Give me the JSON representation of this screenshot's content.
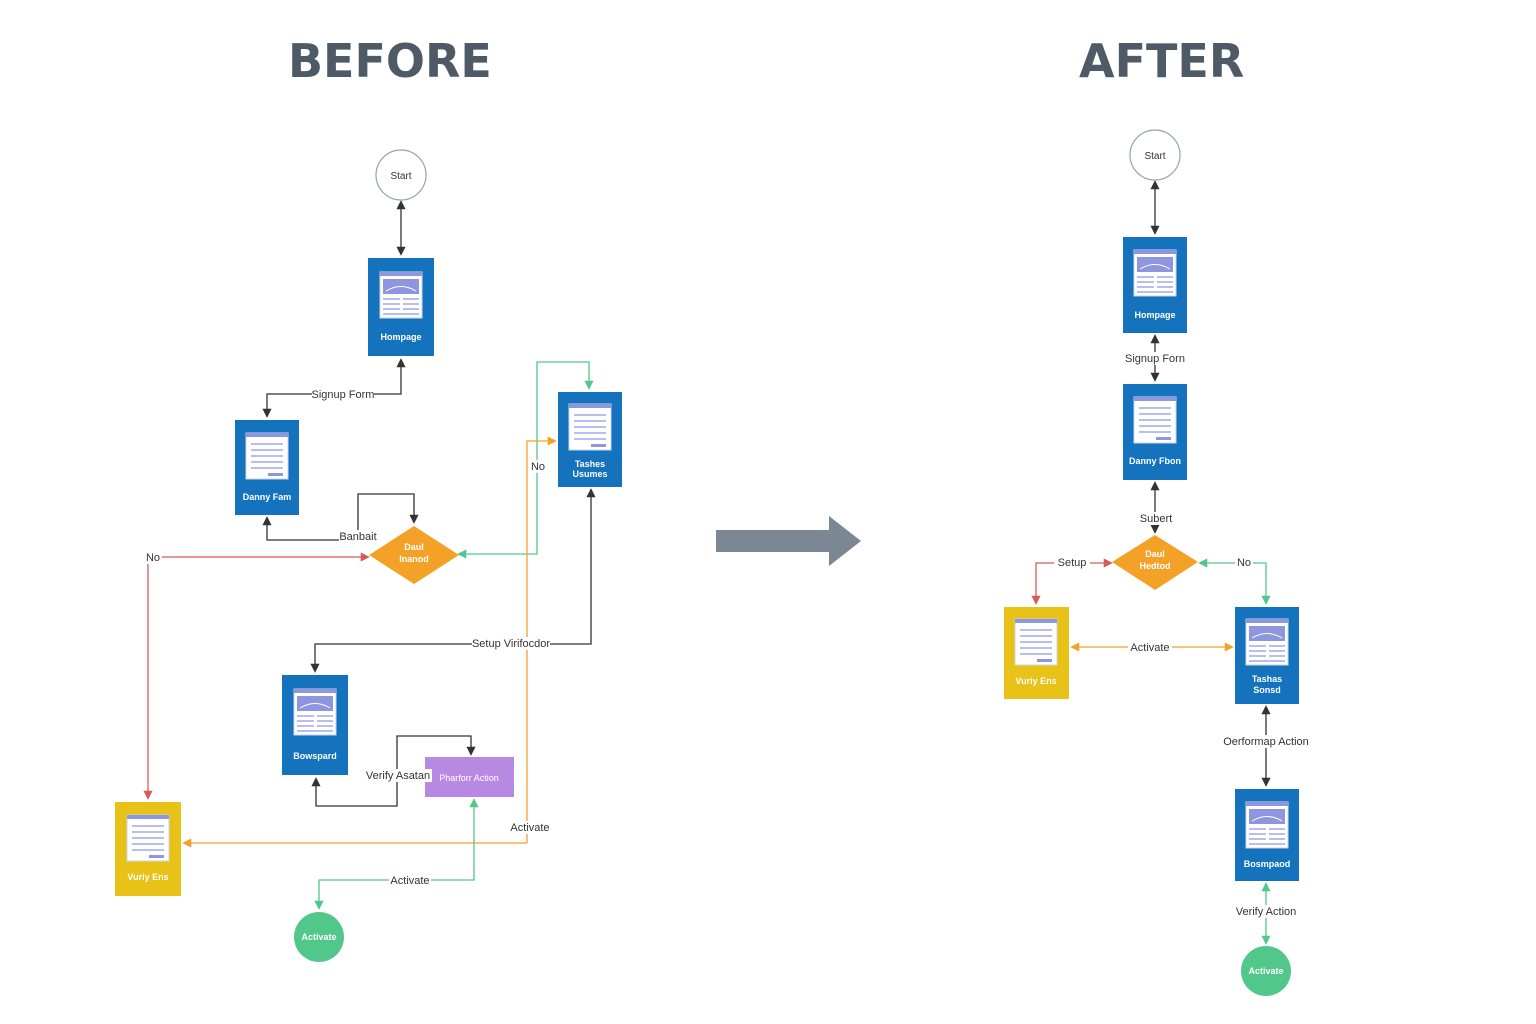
{
  "headings": {
    "before": "BEFORE",
    "after": "AFTER"
  },
  "colors": {
    "blue": "#1572bd",
    "yellow": "#e8c217",
    "orange": "#f4a227",
    "purple": "#b889e3",
    "green": "#52c78a",
    "red": "#d85a5a",
    "dark": "#333333",
    "arrow": "#7b8792",
    "heading": "#4f5a67"
  },
  "before": {
    "nodes": {
      "start": "Start",
      "homepage": "Hompage",
      "signup_form": "Danny Fam",
      "decision_line1": "Daul",
      "decision_line2": "Inanod",
      "top_right_line1": "Tashes",
      "top_right_line2": "Usumes",
      "dashboard": "Bowspard",
      "perform_action": "Pharforr Action",
      "verify": "Vuriy Ens",
      "activate": "Activate"
    },
    "labels": {
      "signup_form": "Signup Form",
      "submit": "Banbait",
      "no_left": "No",
      "no_top": "No",
      "setup_verification": "Setup Virifocdor",
      "verify_action": "Verify Asatan",
      "activate_orange": "Activate",
      "activate_green": "Activate"
    }
  },
  "after": {
    "nodes": {
      "start": "Start",
      "homepage": "Hompage",
      "signup_form": "Danny Fbon",
      "decision_line1": "Daul",
      "decision_line2": "Hedtod",
      "verify": "Vuriy Ens",
      "right_line1": "Tashas",
      "right_line2": "Sonsd",
      "dashboard": "Bosmpaod",
      "activate": "Activate"
    },
    "labels": {
      "signup_form": "Signup Forn",
      "submit": "Subert",
      "setup": "Setup",
      "no": "No",
      "activate": "Activate",
      "perform_action": "Oerformap Action",
      "verify_action": "Verify Action"
    }
  }
}
